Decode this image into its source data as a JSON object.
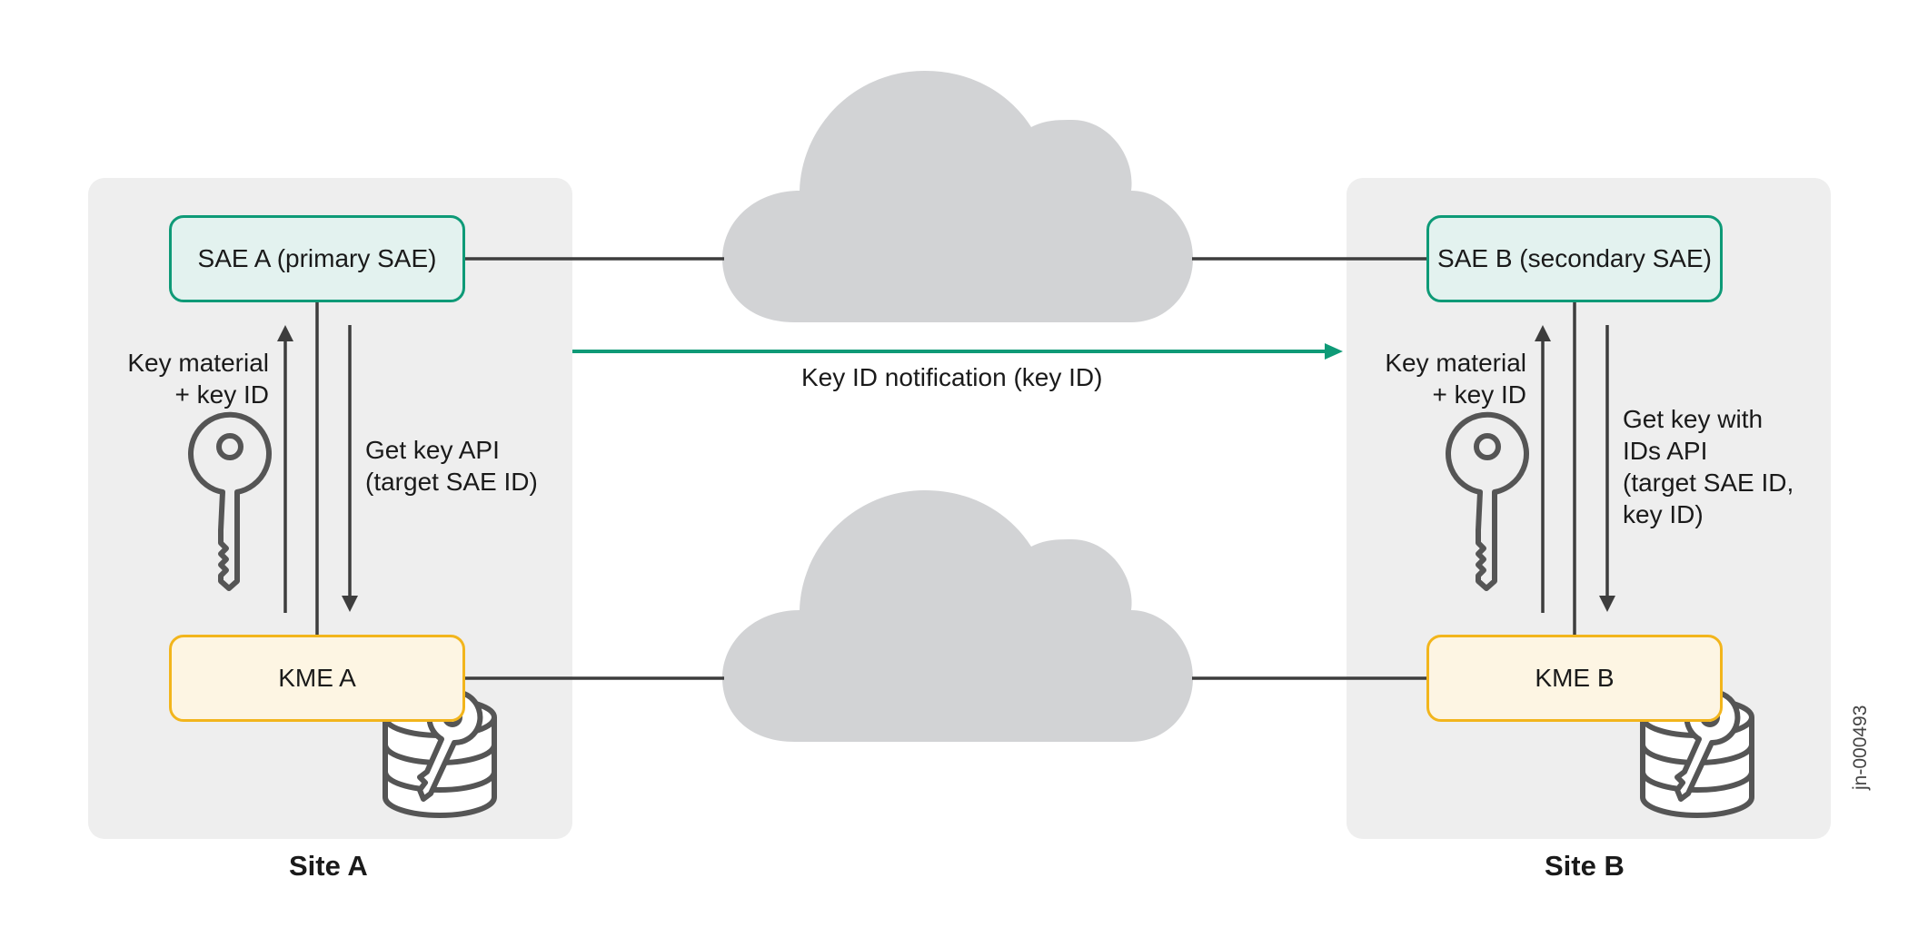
{
  "site_a": {
    "title": "Site A",
    "sae_label": "SAE A (primary SAE)",
    "kme_label": "KME A",
    "up_label_line1": "Key material",
    "up_label_line2": "+ key ID",
    "down_label_line1": "Get key API",
    "down_label_line2": "(target SAE ID)"
  },
  "site_b": {
    "title": "Site B",
    "sae_label": "SAE B (secondary SAE)",
    "kme_label": "KME B",
    "up_label_line1": "Key material",
    "up_label_line2": "+ key ID",
    "down_label_line1": "Get key with",
    "down_label_line2": "IDs API",
    "down_label_line3": "(target SAE ID,",
    "down_label_line4": "key ID)"
  },
  "notification_label": "Key ID notification (key ID)",
  "figure_id": "jn-000493",
  "colors": {
    "panel": "#eeeeee",
    "sae_border": "#0e9a77",
    "sae_fill": "#e3f2ef",
    "kme_border": "#f2b51c",
    "kme_fill": "#fdf5e3",
    "notification_arrow": "#0e9a77",
    "cloud": "#d2d3d5",
    "line": "#3d3d3d"
  },
  "icons": [
    "key-icon",
    "key-database-icon",
    "cloud-icon"
  ]
}
